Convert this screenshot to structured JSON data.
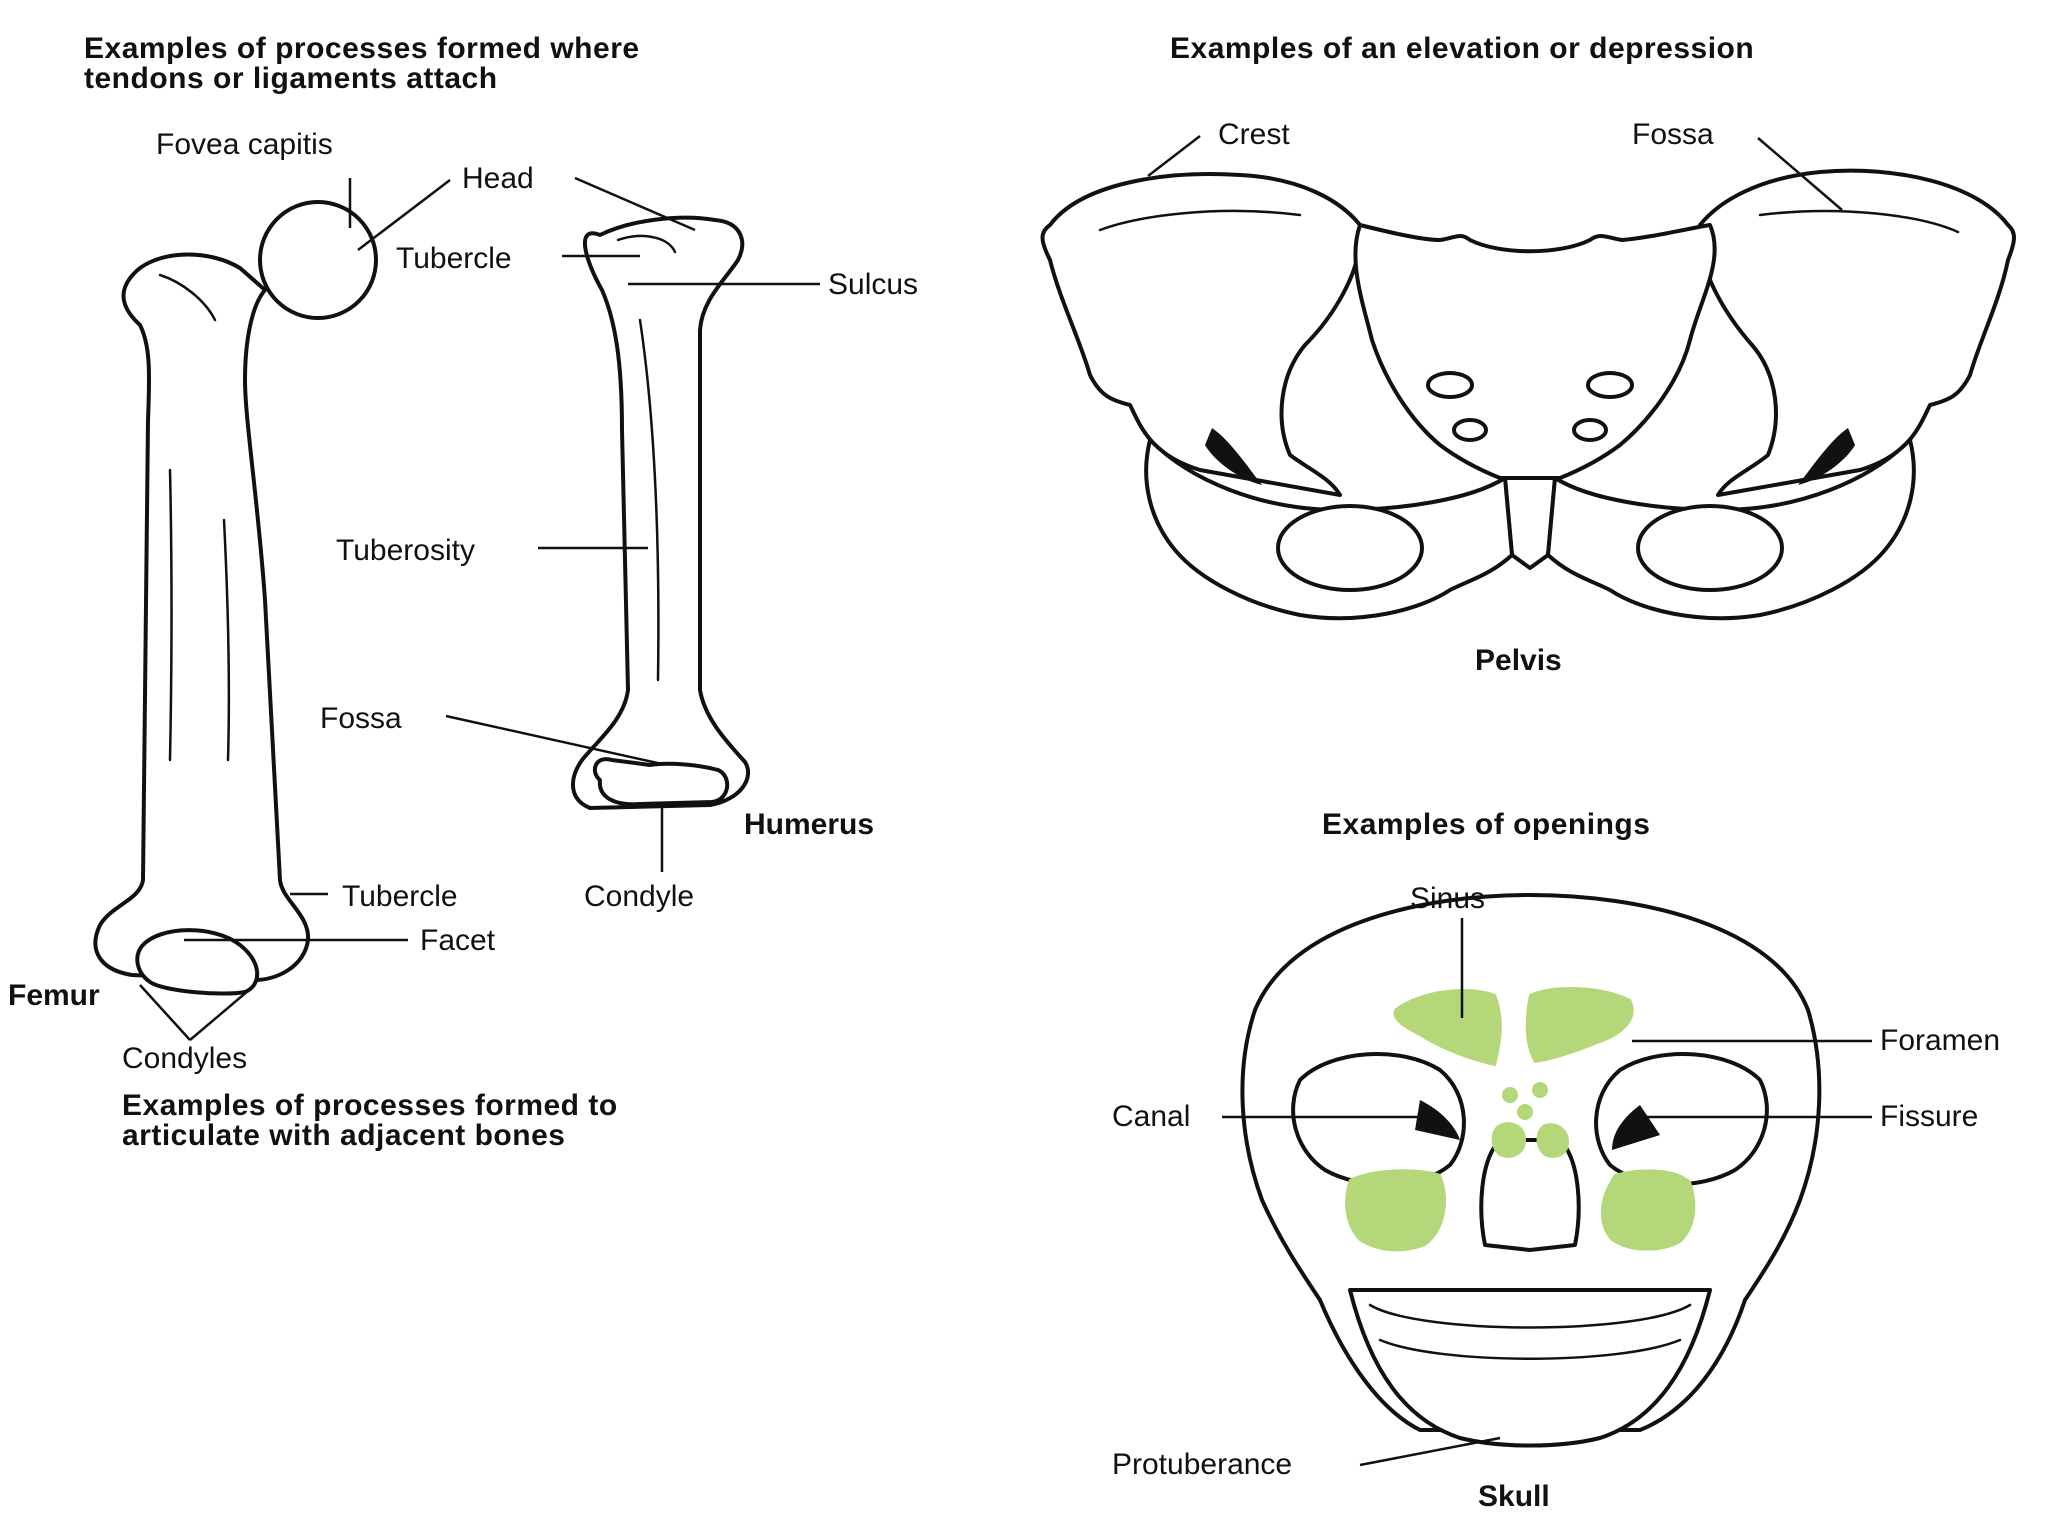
{
  "headings": {
    "femur_humerus_top": [
      "Examples of processes formed where",
      "tendons or ligaments attach"
    ],
    "femur_humerus_bottom": [
      "Examples of processes formed to",
      "articulate with adjacent bones"
    ],
    "pelvis": "Examples of an elevation or depression",
    "skull": "Examples of openings"
  },
  "bones": {
    "femur": "Femur",
    "humerus": "Humerus",
    "pelvis": "Pelvis",
    "skull": "Skull"
  },
  "labels": {
    "fovea_capitis": "Fovea capitis",
    "head": "Head",
    "tubercle_top": "Tubercle",
    "sulcus": "Sulcus",
    "tuberosity": "Tuberosity",
    "fossa_humerus": "Fossa",
    "condyle": "Condyle",
    "tubercle_bottom": "Tubercle",
    "facet": "Facet",
    "condyles": "Condyles",
    "crest": "Crest",
    "fossa_pelvis": "Fossa",
    "sinus": "Sinus",
    "foramen": "Foramen",
    "canal": "Canal",
    "fissure": "Fissure",
    "protuberance": "Protuberance"
  },
  "colors": {
    "sinus_fill": "#b4d77a",
    "outline": "#111111",
    "bone_fill": "#ffffff"
  }
}
